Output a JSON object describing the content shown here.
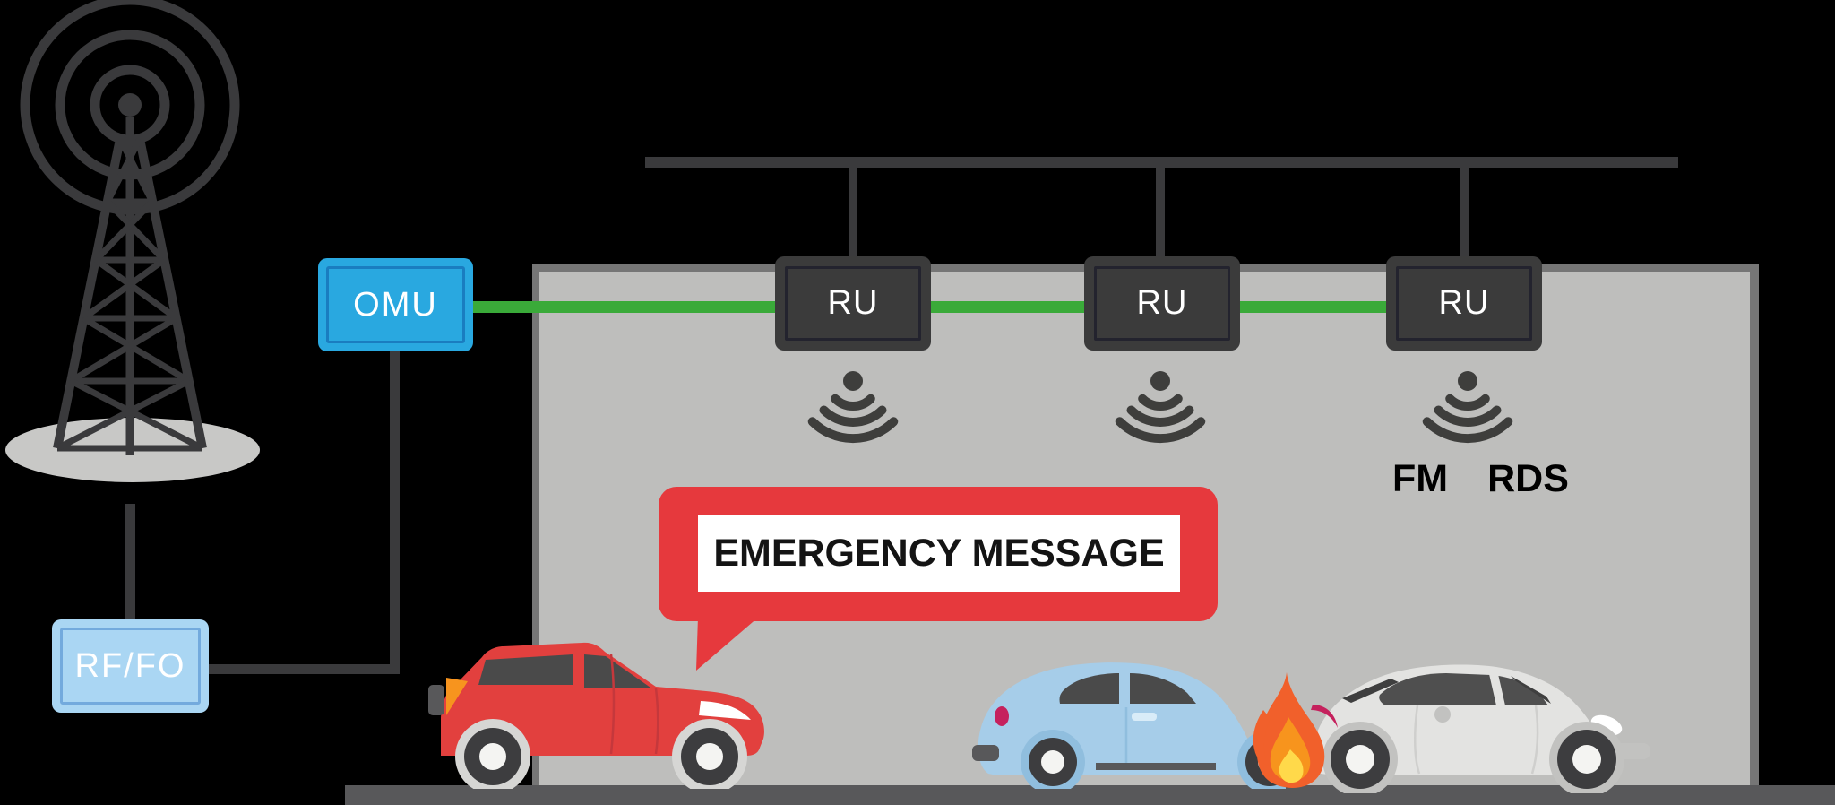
{
  "colors": {
    "bg": "#000000",
    "dark": "#3a3a3c",
    "tunnel_wall": "#767676",
    "tunnel_fill": "#bebebc",
    "road": "#58585a",
    "green_cable": "#3aaa39",
    "omu_blue": "#29a8e0",
    "omu_border": "#1a7dc0",
    "rffo_fill": "#aad6f3",
    "rffo_border": "#73aadd",
    "ru_fill": "#3b3b3b",
    "ru_border": "#23232e",
    "bubble_red": "#e6393d",
    "car_red": "#e2403e",
    "car_red_dark": "#c5383c",
    "car_blue": "#a6cde9",
    "car_blue_dark": "#90bede",
    "car_gray": "#e3e3e1",
    "car_gray_dark": "#c2c2c0",
    "window_dark": "#4a4a4a",
    "ellipse_gray": "#c8c8c6",
    "arch_gray": "#d6d6d4",
    "tire_dark": "#3d3d3f",
    "hub_white": "#f4f4f2",
    "taillight_orange": "#f7941e",
    "taillight_pink": "#c5215d",
    "flame_outer": "#f1602b",
    "flame_mid": "#f7941d",
    "flame_core": "#ffd94a",
    "bumper_gray": "#58585a"
  },
  "head_end": {
    "omu": {
      "label": "OMU"
    },
    "rffo": {
      "label": "RF/FO"
    }
  },
  "tunnel": {
    "remote_units": [
      {
        "label": "RU"
      },
      {
        "label": "RU"
      },
      {
        "label": "RU"
      }
    ],
    "broadcast_labels": {
      "fm": "FM",
      "rds": "RDS"
    }
  },
  "emergency_bubble": {
    "text": "EMERGENCY MESSAGE"
  },
  "icons": {
    "tower": "radio-tower-icon",
    "signal": "broadcast-signal-icon",
    "fire": "fire-icon"
  }
}
